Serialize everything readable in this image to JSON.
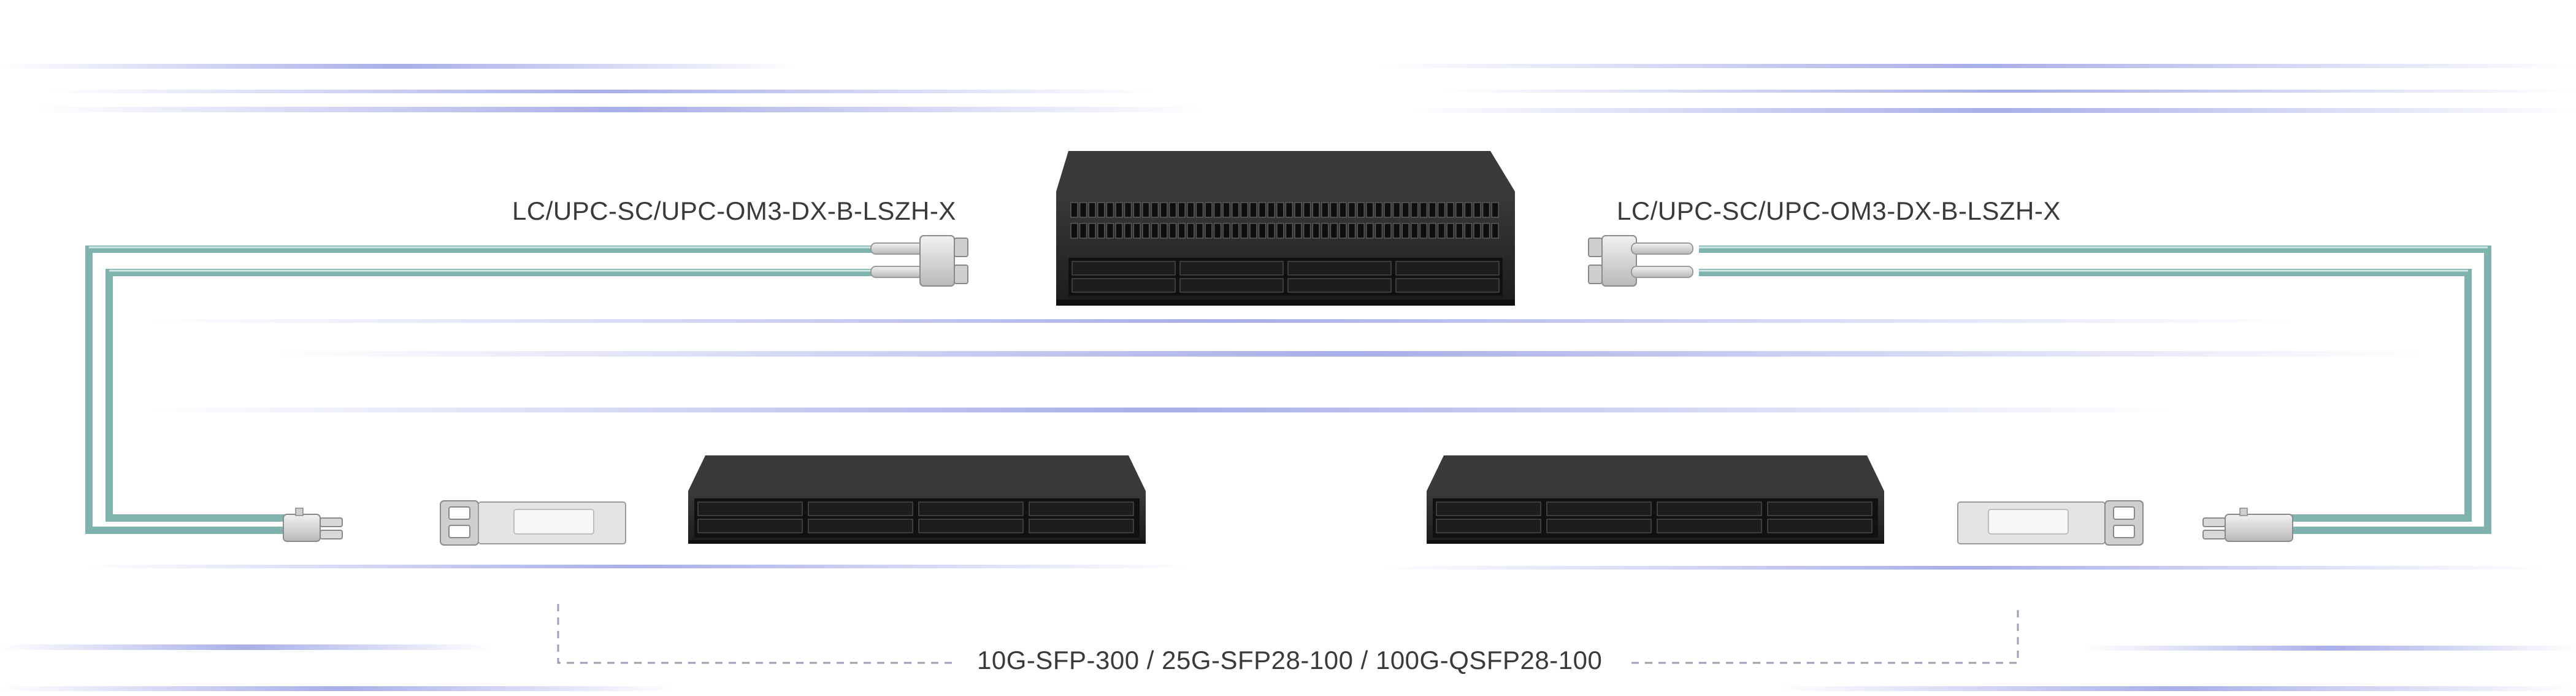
{
  "cable_label_left": "LC/UPC-SC/UPC-OM3-DX-B-LSZH-X",
  "cable_label_right": "LC/UPC-SC/UPC-OM3-DX-B-LSZH-X",
  "module_label": "10G-SFP-300 / 25G-SFP28-100 / 100G-QSFP28-100",
  "colors": {
    "cable": "#7fb3ae",
    "cable_highlight": "#cfe6e3",
    "switch_body": "#2a2a2a",
    "switch_port": "#111111",
    "speed_line": "#8b93e0",
    "dashed_bracket": "#9aa0b8",
    "connector": "#d8d8d8",
    "transceiver": "#e4e4e4"
  },
  "icons": {
    "core_switch": "core-switch-icon",
    "access_switch_left": "access-switch-left-icon",
    "access_switch_right": "access-switch-right-icon",
    "transceiver": "sfp-transceiver-icon",
    "lc_connector": "lc-connector-icon",
    "sc_connector": "sc-connector-icon"
  }
}
